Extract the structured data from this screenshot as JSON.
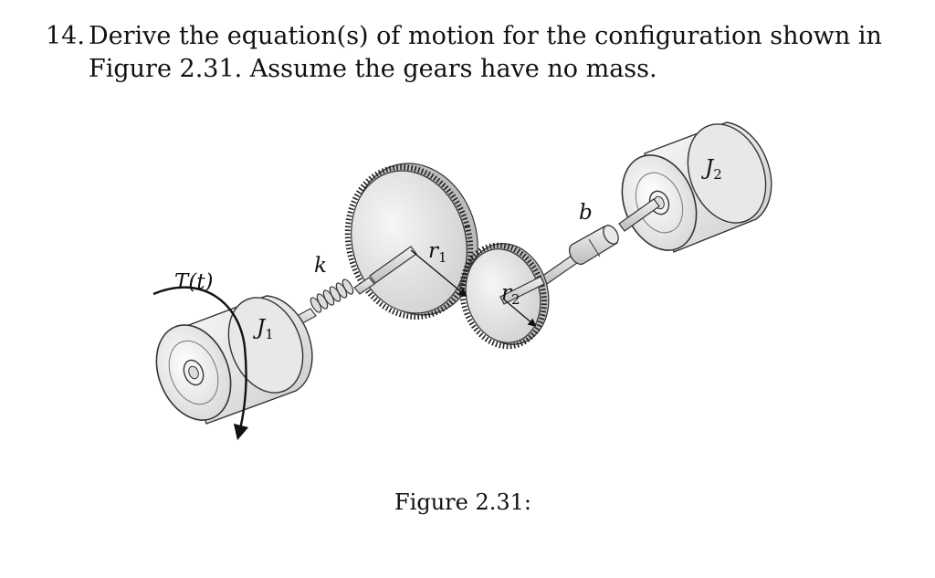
{
  "problem": {
    "number": "14.",
    "text": "Derive the equation(s) of motion for the configuration shown in Figure 2.31. Assume the gears have no mass."
  },
  "figure": {
    "caption": "Figure 2.31:",
    "labels": {
      "torque": "T(t)",
      "inertia1": "J",
      "inertia1_sub": "1",
      "spring": "k",
      "radius1": "r",
      "radius1_sub": "1",
      "radius2": "r",
      "radius2_sub": "2",
      "damper": "b",
      "inertia2": "J",
      "inertia2_sub": "2"
    }
  }
}
